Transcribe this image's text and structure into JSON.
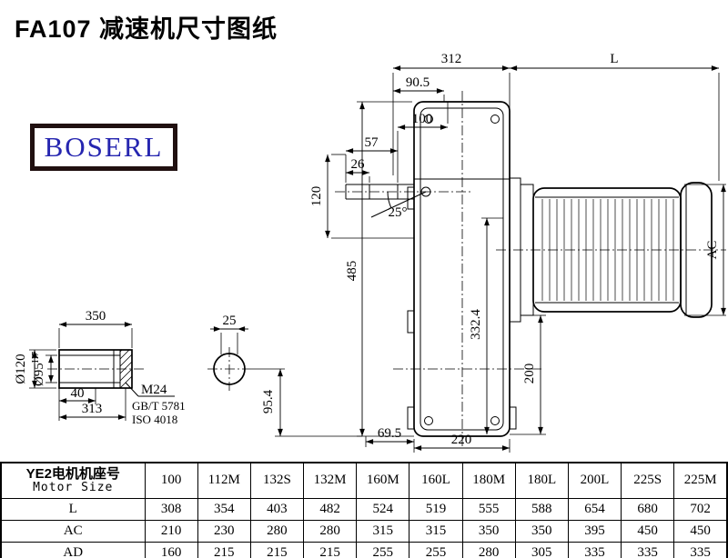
{
  "page": {
    "title": "FA107 减速机尺寸图纸",
    "logo": "BOSERL"
  },
  "drawing": {
    "d312": "312",
    "dL": "L",
    "d90_5": "90.5",
    "d100": "100",
    "d57": "57",
    "d26": "26",
    "d120": "120",
    "angle": "25°",
    "d485": "485",
    "dAC": "AC",
    "d332_4": "332.4",
    "d200": "200",
    "d69_5": "69.5",
    "d220": "220",
    "d95_4": "95.4",
    "shaft": {
      "d350": "350",
      "d25": "25",
      "dia120": "Ø120",
      "dia95": "Ø95",
      "dia95_tol": "H7",
      "d40": "40",
      "d313": "313",
      "thread": "M24",
      "std1": "GB/T 5781",
      "std2": "ISO 4018"
    }
  },
  "table": {
    "header": {
      "line1": "YE2电机机座号",
      "line2": "Motor Size"
    },
    "columns": [
      "100",
      "112M",
      "132S",
      "132M",
      "160M",
      "160L",
      "180M",
      "180L",
      "200L",
      "225S",
      "225M"
    ],
    "rows": [
      {
        "label": "L",
        "values": [
          "308",
          "354",
          "403",
          "482",
          "524",
          "519",
          "555",
          "588",
          "654",
          "680",
          "702"
        ]
      },
      {
        "label": "AC",
        "values": [
          "210",
          "230",
          "280",
          "280",
          "315",
          "315",
          "350",
          "350",
          "395",
          "450",
          "450"
        ]
      },
      {
        "label": "AD",
        "values": [
          "160",
          "215",
          "215",
          "215",
          "255",
          "255",
          "280",
          "305",
          "335",
          "335",
          "335"
        ]
      }
    ]
  }
}
